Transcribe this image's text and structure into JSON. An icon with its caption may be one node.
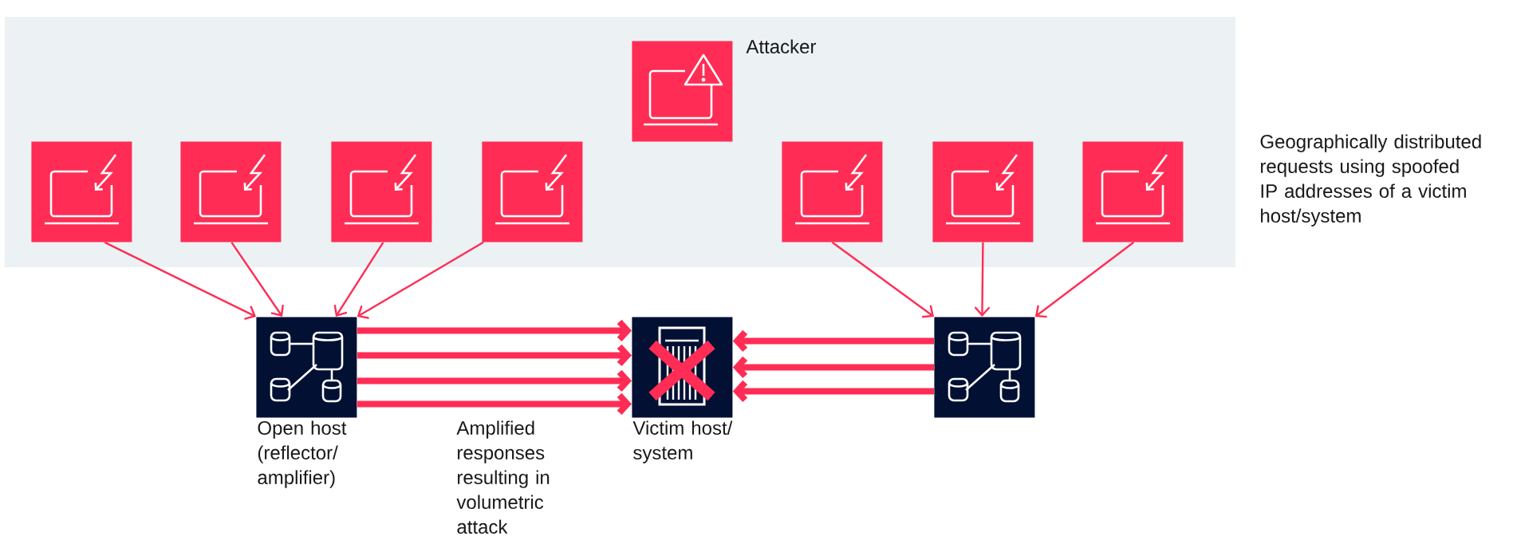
{
  "diagram": {
    "nodes": [
      {
        "text": [
          "Attacker"
        ]
      },
      {
        "text": [],
        "shape": "box"
      },
      {
        "text": [],
        "shape": "box"
      },
      {
        "text": [],
        "shape": "box"
      },
      {
        "text": [],
        "shape": "box"
      },
      {
        "text": [],
        "shape": "box"
      },
      {
        "text": [],
        "shape": "box"
      },
      {
        "text": [],
        "shape": "box"
      },
      {
        "text": [
          "Open host (reflector/ amplifier)"
        ]
      },
      {
        "text": [
          "Victim host/ system"
        ]
      },
      {
        "text": [],
        "shape": "box"
      }
    ],
    "edges": [
      {
        "from": 1,
        "to": 8,
        "arrow": "to"
      },
      {
        "from": 2,
        "to": 8,
        "arrow": "to"
      },
      {
        "from": 3,
        "to": 8,
        "arrow": "to"
      },
      {
        "from": 4,
        "to": 8,
        "arrow": "to"
      },
      {
        "from": 5,
        "to": 10,
        "arrow": "to"
      },
      {
        "from": 6,
        "to": 10,
        "arrow": "to"
      },
      {
        "from": 7,
        "to": 10,
        "arrow": "to"
      },
      {
        "from": 8,
        "to": 9,
        "arrow": "to",
        "style": "thick"
      },
      {
        "from": 8,
        "to": 9,
        "arrow": "to",
        "style": "thick"
      },
      {
        "from": 8,
        "to": 9,
        "arrow": "to",
        "style": "thick"
      },
      {
        "from": 8,
        "to": 9,
        "arrow": "to",
        "style": "thick"
      },
      {
        "from": 10,
        "to": 9,
        "arrow": "to",
        "style": "thick"
      },
      {
        "from": 10,
        "to": 9,
        "arrow": "to",
        "style": "thick"
      },
      {
        "from": 10,
        "to": 9,
        "arrow": "to",
        "style": "thick"
      }
    ],
    "labels": [
      "Geographically distributed requests using spoofed IP addresses of a victim host/system",
      "Amplified responses resulting in volumetric attack"
    ]
  }
}
